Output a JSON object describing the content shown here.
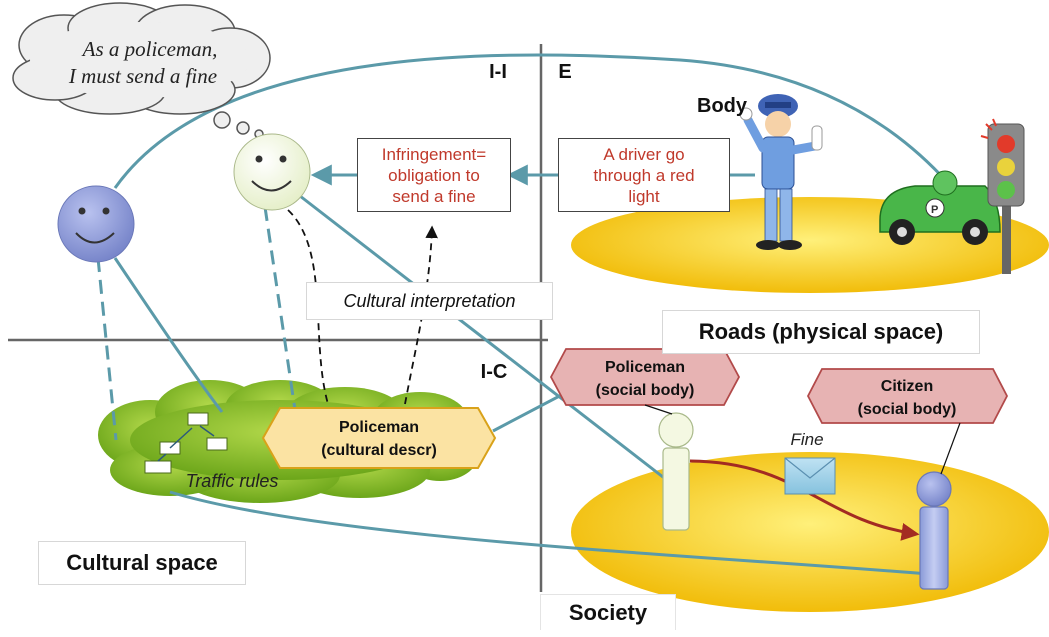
{
  "thought": {
    "line1": "As a policeman,",
    "line2": "I must send a fine"
  },
  "quadrants": {
    "ii": "I-I",
    "e": "E",
    "ic": "I-C",
    "body": "Body",
    "roads": "Roads (physical space)",
    "cultural_space": "Cultural space",
    "society": "Society"
  },
  "boxes": {
    "infringement": "Infringement=\nobligation to\nsend a fine",
    "driver": "A driver go\nthrough a red\nlight",
    "cultural_interpretation": "Cultural interpretation"
  },
  "tags": {
    "policeman_cultural": {
      "line1": "Policeman",
      "line2": "(cultural descr)"
    },
    "policeman_social": {
      "line1": "Policeman",
      "line2": "(social body)"
    },
    "citizen_social": {
      "line1": "Citizen",
      "line2": "(social body)"
    }
  },
  "labels": {
    "traffic_rules": "Traffic rules",
    "fine": "Fine"
  },
  "colors": {
    "teal": "#5b9aa9",
    "red_text": "#c0392b",
    "yellow_ellipse": "#f2c200",
    "green_cloud": "#8cbf26",
    "tag_red": "#e7b3b3",
    "tag_yellow": "#fbe3a3",
    "blue_face": "#8d9ad6",
    "pale_face": "#f1f7dd",
    "arrow_red": "#a32b22"
  }
}
